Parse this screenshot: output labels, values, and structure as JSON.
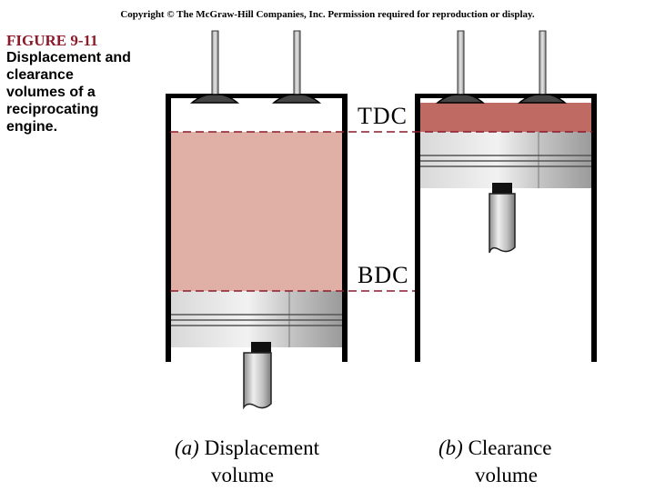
{
  "copyright": "Copyright © The McGraw-Hill Companies, Inc. Permission required for reproduction or display.",
  "figure": {
    "number": "FIGURE 9-11",
    "caption": "Displacement and\nclearance\nvolumes of a\nreciprocating\nengine."
  },
  "labels": {
    "tdc": "TDC",
    "bdc": "BDC"
  },
  "subfigures": {
    "a": {
      "tag": "(a)",
      "line1": "Displacement",
      "line2": "volume"
    },
    "b": {
      "tag": "(b)",
      "line1": "Clearance",
      "line2": "volume"
    }
  },
  "colors": {
    "displacement_fill": "#e0b0a6",
    "clearance_fill": "#c06a64",
    "dashed_line": "#8b1a2b",
    "cylinder_wall": "#000000"
  }
}
